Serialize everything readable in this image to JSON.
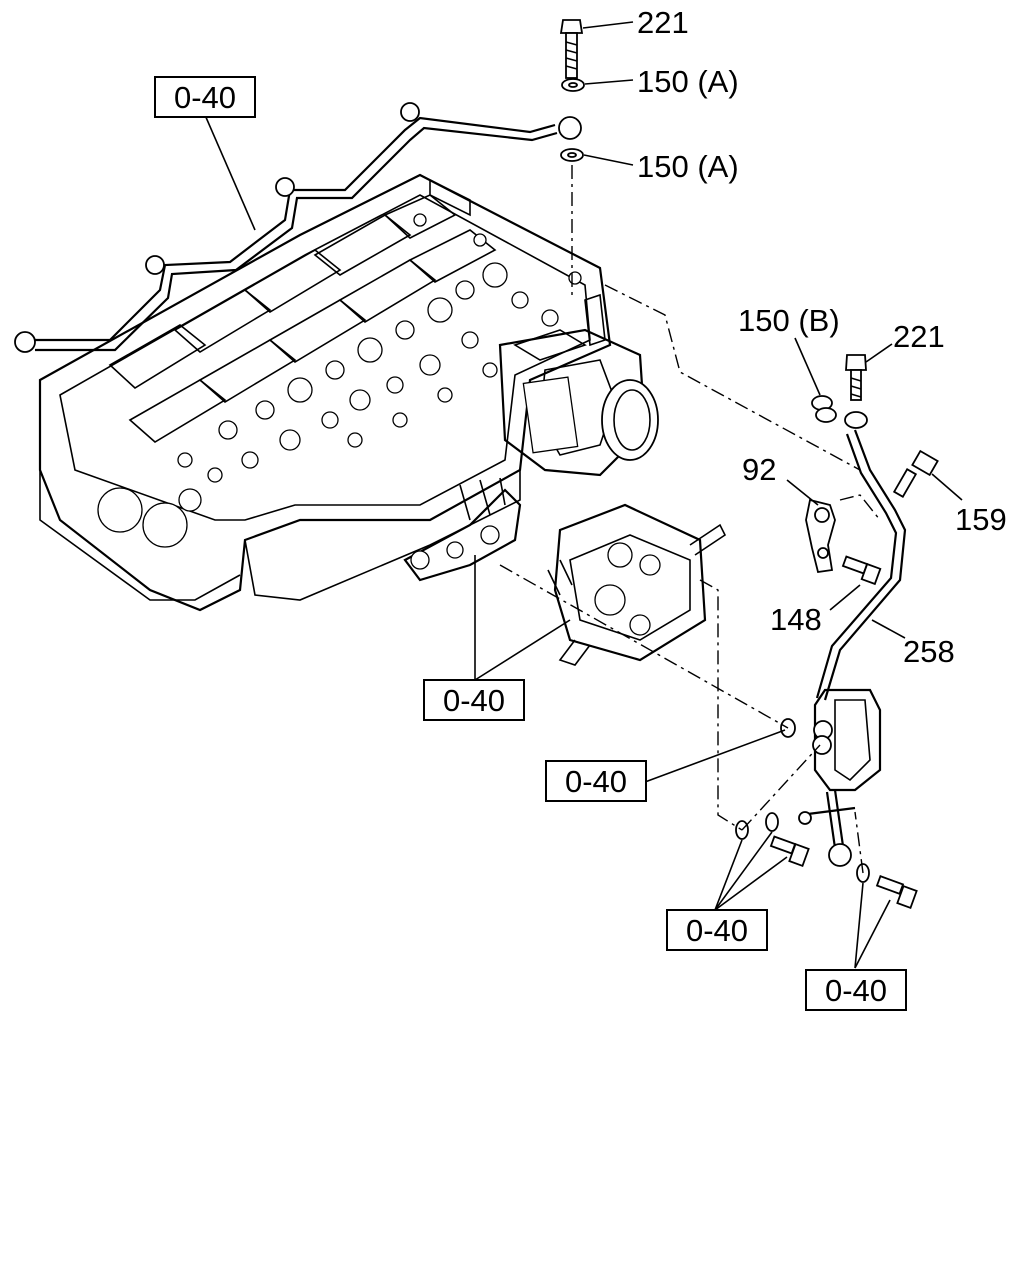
{
  "callouts": {
    "bolt_221_top": "221",
    "washer_150a_upper": "150 (A)",
    "washer_150a_lower": "150 (A)",
    "washer_150b": "150 (B)",
    "bolt_221_right": "221",
    "clip_92": "92",
    "bolt_159": "159",
    "bolt_148": "148",
    "pipe_258": "258"
  },
  "references": {
    "ref_top_left": "0-40",
    "ref_pump": "0-40",
    "ref_gasket": "0-40",
    "ref_bolts_mid": "0-40",
    "ref_bolts_right": "0-40"
  }
}
